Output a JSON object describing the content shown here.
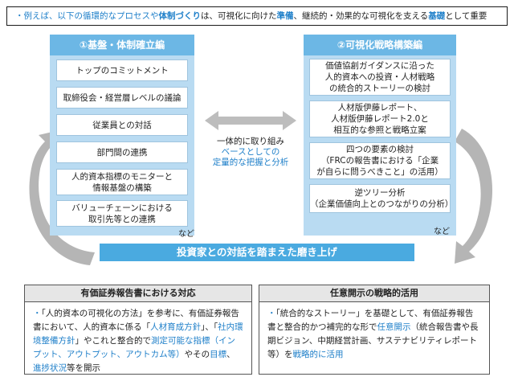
{
  "top": {
    "prefix": "・例えば、以下の循環的なプロセスや",
    "hl1": "体制づくり",
    "mid": "は、可視化に向けた",
    "hl2": "準備",
    "mid2": "、継続的・効果的な可視化を支える",
    "hl3": "基礎",
    "suffix": "として重要"
  },
  "left": {
    "title": "①基盤・体制確立編",
    "items": [
      "トップのコミットメント",
      "取締役会・経営層レベルの議論",
      "従業員との対話",
      "部門間の連携",
      "人的資本指標のモニターと\n情報基盤の構築",
      "バリューチェーンにおける\n取引先等との連携"
    ],
    "etc": "など"
  },
  "right": {
    "title": "②可視化戦略構築編",
    "items": [
      "価値協創ガイダンスに沿った\n人的資本への投資・人材戦略\nの統合的ストーリーの検討",
      "人材版伊藤レポート、\n人材版伊藤レポート2.0と\n相互的な参照と戦略立案",
      "四つの要素の検討\n（FRCの報告書における「企業\nが自らに問うべきこと」の活用）",
      "逆ツリー分析\n（企業価値向上とのつながりの分析）"
    ],
    "etc": "など"
  },
  "center": {
    "line1": "一体的に取り組み",
    "line2": "ベースとしての",
    "line3": "定量的な把握と分析"
  },
  "band": "投資家との対話を踏まえた磨き上げ",
  "bottom_left": {
    "title": "有価証券報告書における対応",
    "t1": "「人的資本の可視化の方法」を参考に、有価証券報告書において、人的資本に係る「",
    "h1": "人材育成方針",
    "t2": "」、「",
    "h2": "社内環境整備方針",
    "t3": "」やこれと整合的で",
    "h3": "測定可能な指標（インプット、アウトプット、アウトカム等）",
    "t4": "やその",
    "h4": "目標",
    "t5": "、",
    "h5": "進捗状況",
    "t6": "等を開示"
  },
  "bottom_right": {
    "title": "任意開示の戦略的活用",
    "t1": "「統合的なストーリー」を基礎として、有価証券報告書と整合的かつ補完的な形で",
    "h1": "任意開示",
    "t2": "（統合報告書や長期ビジョン、中期経営計画、サステナビリティレポート等）を",
    "h2": "戦略的に活用"
  },
  "colors": {
    "accent": "#1e7fc9",
    "panel": "#b9dbf2",
    "header": "#6cb7e5",
    "band": "#4aaae0"
  }
}
